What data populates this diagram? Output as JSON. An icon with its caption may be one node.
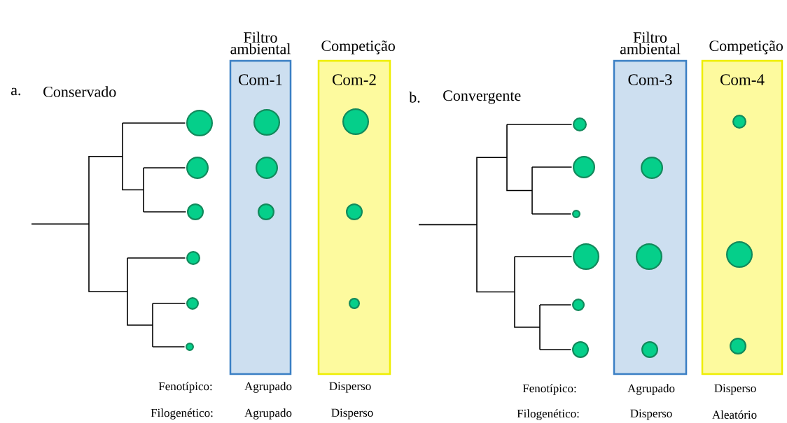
{
  "diagram": {
    "nodes": [
      {
        "text": [],
        "shape": "circle"
      },
      {
        "text": [],
        "shape": "circle"
      },
      {
        "text": [],
        "shape": "circle"
      },
      {
        "text": [],
        "shape": "circle"
      },
      {
        "text": [],
        "shape": "circle"
      },
      {
        "text": [],
        "shape": "circle"
      },
      {
        "text": [
          "Filtro ambiental",
          "Com-1"
        ]
      },
      {
        "text": [],
        "shape": "circle",
        "in": 6
      },
      {
        "text": [],
        "shape": "circle",
        "in": 6
      },
      {
        "text": [],
        "shape": "circle",
        "in": 6
      },
      {
        "text": [
          "Competição",
          "Com-2"
        ]
      },
      {
        "text": [],
        "shape": "circle",
        "in": 10
      },
      {
        "text": [],
        "shape": "circle",
        "in": 10
      },
      {
        "text": [],
        "shape": "circle",
        "in": 10
      },
      {
        "text": [],
        "shape": "circle"
      },
      {
        "text": [],
        "shape": "circle"
      },
      {
        "text": [],
        "shape": "circle"
      },
      {
        "text": [],
        "shape": "circle"
      },
      {
        "text": [],
        "shape": "circle"
      },
      {
        "text": [],
        "shape": "circle"
      },
      {
        "text": [
          "Filtro ambiental",
          "Com-3"
        ]
      },
      {
        "text": [],
        "shape": "circle",
        "in": 20
      },
      {
        "text": [],
        "shape": "circle",
        "in": 20
      },
      {
        "text": [],
        "shape": "circle",
        "in": 20
      },
      {
        "text": [
          "Competição",
          "Com-4"
        ]
      },
      {
        "text": [],
        "shape": "circle",
        "in": 24
      },
      {
        "text": [],
        "shape": "circle",
        "in": 24
      },
      {
        "text": [],
        "shape": "circle",
        "in": 24
      }
    ],
    "labels": [
      "a.",
      "Conservado",
      "b.",
      "Convergente",
      "Fenotípico:",
      "Agrupado",
      "Disperso",
      "Filogenético:",
      "Agrupado",
      "Disperso",
      "Fenotípico:",
      "Agrupado",
      "Disperso",
      "Filogenético:",
      "Disperso",
      "Aleatório"
    ]
  }
}
